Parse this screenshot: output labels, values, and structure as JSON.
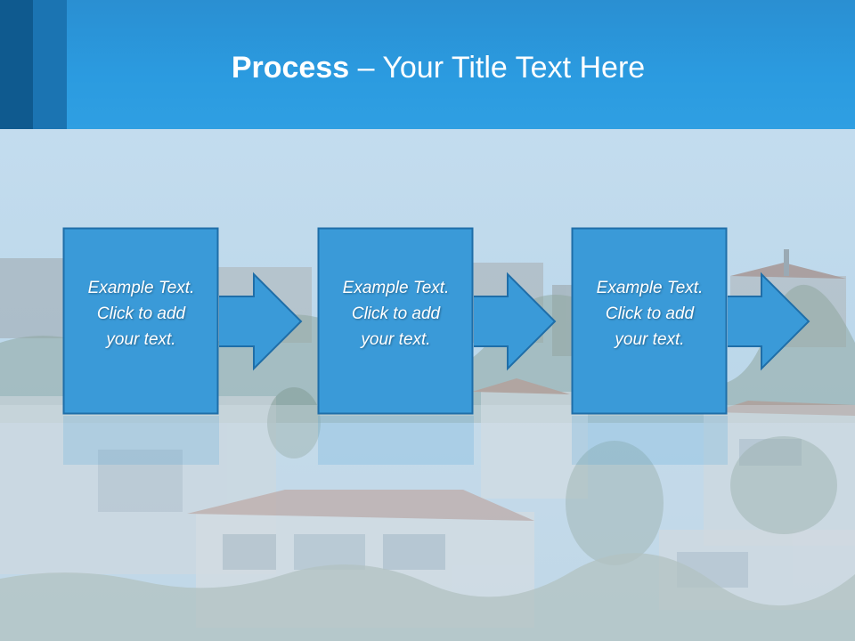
{
  "slide": {
    "title_bold": "Process",
    "title_rest": " – Your Title Text Here"
  },
  "steps": [
    {
      "line1": "Example Text.",
      "line2": "Click  to add",
      "line3": "your text."
    },
    {
      "line1": "Example Text.",
      "line2": "Click  to add",
      "line3": "your text."
    },
    {
      "line1": "Example Text.",
      "line2": "Click  to add",
      "line3": "your text."
    }
  ],
  "colors": {
    "header": "#2b9be0",
    "accent_dark": "#0f5a8f",
    "accent_mid": "#1b74b2",
    "step_fill": "#3a9ad8",
    "step_border": "#1f6ea8",
    "sky": "#bcd7ea"
  }
}
